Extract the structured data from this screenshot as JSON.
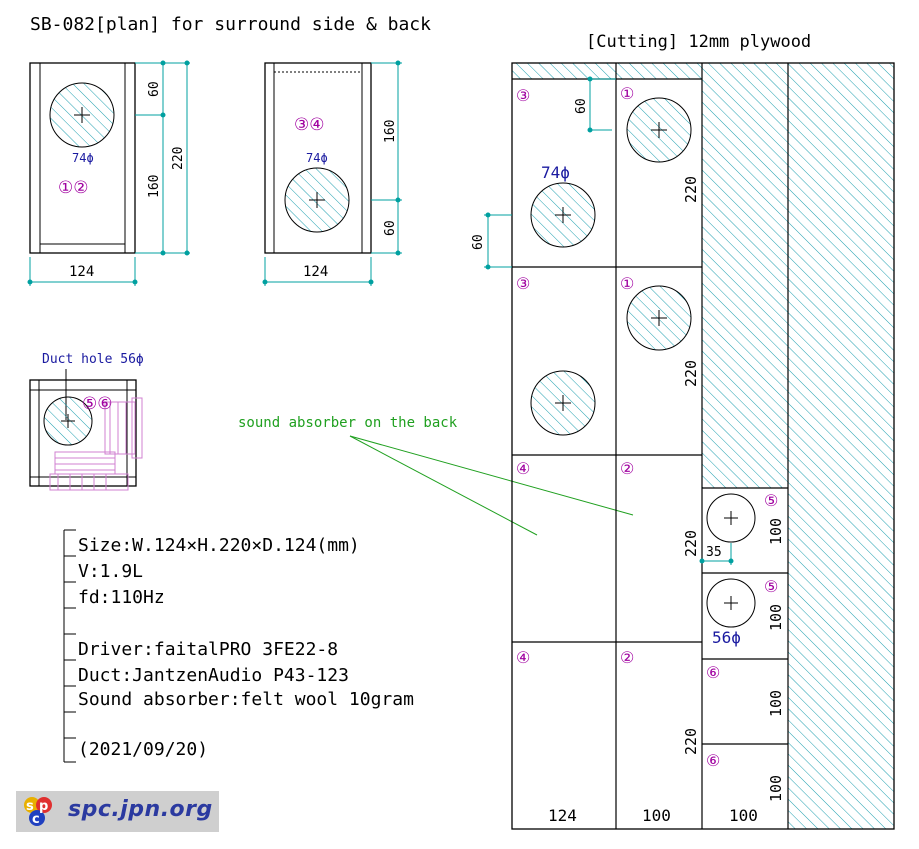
{
  "title": "SB-082[plan] for surround side & back",
  "cutting_title": "[Cutting] 12mm plywood",
  "front_view_left": {
    "width_dim": "124",
    "top_dim": "60",
    "mid_dim": "160",
    "total_dim": "220",
    "hole_label": "74ϕ",
    "parts_label": "①②"
  },
  "front_view_right": {
    "width_dim": "124",
    "top_dim": "160",
    "bottom_dim": "60",
    "hole_label": "74ϕ",
    "parts_label": "③④"
  },
  "side_view": {
    "duct_label": "Duct hole 56ϕ",
    "parts_label": "⑤⑥"
  },
  "absorber_label": "sound absorber on the back",
  "specs": [
    "Size:W.124×H.220×D.124(mm)",
    "V:1.9L",
    "fd:110Hz",
    "",
    "Driver:faitalPRO 3FE22-8",
    "Duct:JantzenAudio P43-123",
    "Sound absorber:felt wool 10gram",
    "",
    "(2021/09/20)"
  ],
  "cutting": {
    "dim_60_top": "60",
    "dim_60_left": "60",
    "hole_74_label": "74ϕ",
    "dim_35": "35",
    "hole_56_label": "56ϕ",
    "col_widths": [
      "124",
      "100",
      "100"
    ],
    "panels": [
      {
        "id": "p3a",
        "num": "③"
      },
      {
        "id": "p1a",
        "num": "①",
        "height": "220"
      },
      {
        "id": "p3b",
        "num": "③"
      },
      {
        "id": "p1b",
        "num": "①",
        "height": "220"
      },
      {
        "id": "p4a",
        "num": "④"
      },
      {
        "id": "p2a",
        "num": "②",
        "height": "220"
      },
      {
        "id": "p4b",
        "num": "④"
      },
      {
        "id": "p2b",
        "num": "②",
        "height": "220"
      },
      {
        "id": "p5a",
        "num": "⑤",
        "height": "100"
      },
      {
        "id": "p5b",
        "num": "⑤",
        "height": "100"
      },
      {
        "id": "p6a",
        "num": "⑥",
        "height": "100"
      },
      {
        "id": "p6b",
        "num": "⑥",
        "height": "100"
      }
    ]
  },
  "logo": {
    "text": "spc.jpn.org"
  },
  "colors": {
    "line": "#000000",
    "dim": "#00a0a0",
    "hatch": "#20a0b0",
    "part_number": "#a000a0",
    "hole_label": "#1a1aa0",
    "annotation": "#20a020",
    "duct_label": "#1a1aa0",
    "driver_drawing": "#d080d0"
  }
}
